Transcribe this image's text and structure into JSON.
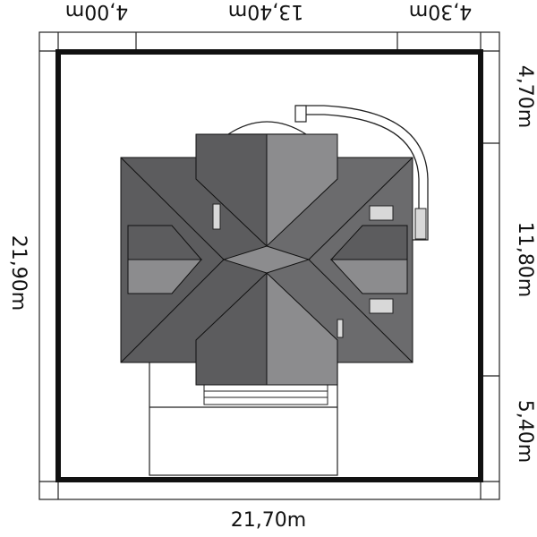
{
  "dimensions": {
    "top_left": "4,00m",
    "top_center": "13,40m",
    "top_right": "4,30m",
    "bottom_total": "21,70m",
    "left_total": "21,90m",
    "right_top": "4,70m",
    "right_middle": "11,80m",
    "right_bottom": "5,40m"
  },
  "colors": {
    "roof_dark": "#5c5c5e",
    "roof_mid": "#6b6b6d",
    "roof_light": "#8c8c8e",
    "plot_border": "#111111",
    "window": "#d8d8d8"
  }
}
